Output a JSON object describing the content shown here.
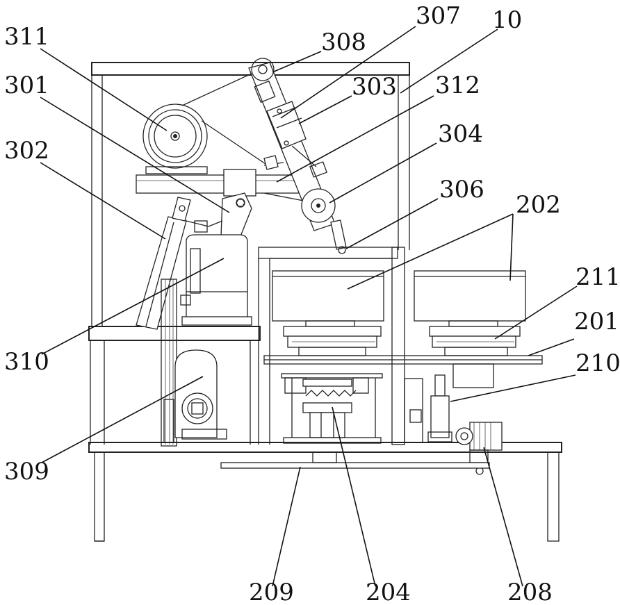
{
  "labels": {
    "l311": "311",
    "l301": "301",
    "l302": "302",
    "l308": "308",
    "l307": "307",
    "l10": "10",
    "l303": "303",
    "l312": "312",
    "l304": "304",
    "l306": "306",
    "l202": "202",
    "l211": "211",
    "l201": "201",
    "l310": "310",
    "l210": "210",
    "l309": "309",
    "l209": "209",
    "l204": "204",
    "l208": "208"
  }
}
